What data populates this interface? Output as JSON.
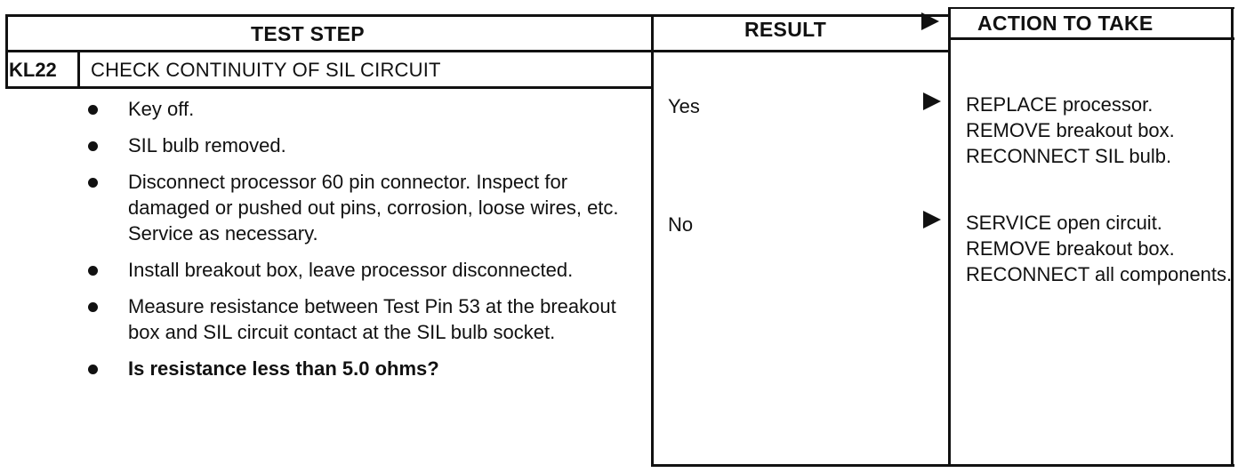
{
  "header": {
    "test_step": "TEST STEP",
    "result": "RESULT",
    "action": "ACTION TO TAKE"
  },
  "step": {
    "id": "KL22",
    "title": "CHECK CONTINUITY OF SIL CIRCUIT"
  },
  "bullets": [
    "Key off.",
    "SIL bulb removed.",
    "Disconnect processor 60 pin connector. Inspect for damaged or pushed out pins, corrosion, loose wires, etc. Service as necessary.",
    "Install breakout box, leave processor disconnected.",
    "Measure resistance between Test Pin 53 at the breakout box and SIL circuit contact at the SIL bulb socket.",
    "Is resistance less than 5.0 ohms?"
  ],
  "results": [
    {
      "result": "Yes",
      "action": "REPLACE processor. REMOVE breakout box. RECONNECT SIL bulb."
    },
    {
      "result": "No",
      "action": "SERVICE open circuit. REMOVE breakout box. RECONNECT all components."
    }
  ]
}
